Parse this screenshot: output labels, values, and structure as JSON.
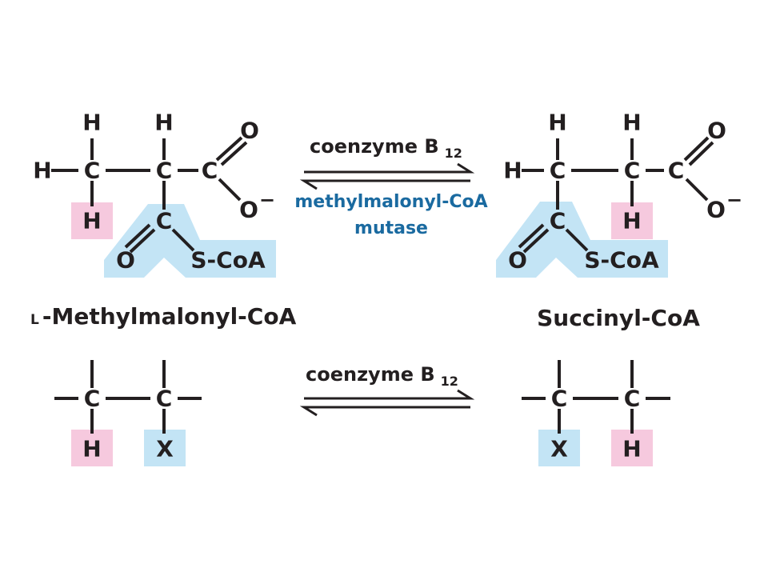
{
  "colors": {
    "pink_highlight": "#f6c9de",
    "blue_highlight": "#c3e4f5",
    "enzyme_text": "#1a6aa0",
    "bond": "#231f20"
  },
  "reaction": {
    "cofactor": "coenzyme B",
    "cofactor_subscript": "12",
    "enzyme_line1": "methylmalonyl-CoA",
    "enzyme_line2": "mutase"
  },
  "substrate": {
    "name_prefix": "L",
    "name": "-Methylmalonyl-CoA",
    "atoms": {
      "h": "H",
      "c": "C",
      "o": "O",
      "o_minus": "O",
      "charge": "−",
      "scoa": "S-CoA"
    }
  },
  "product": {
    "name": "Succinyl-CoA",
    "atoms": {
      "h": "H",
      "c": "C",
      "o": "O",
      "o_minus": "O",
      "charge": "−",
      "scoa": "S-CoA"
    }
  },
  "general": {
    "cofactor": "coenzyme B",
    "cofactor_subscript": "12",
    "c": "C",
    "h": "H",
    "x": "X"
  }
}
